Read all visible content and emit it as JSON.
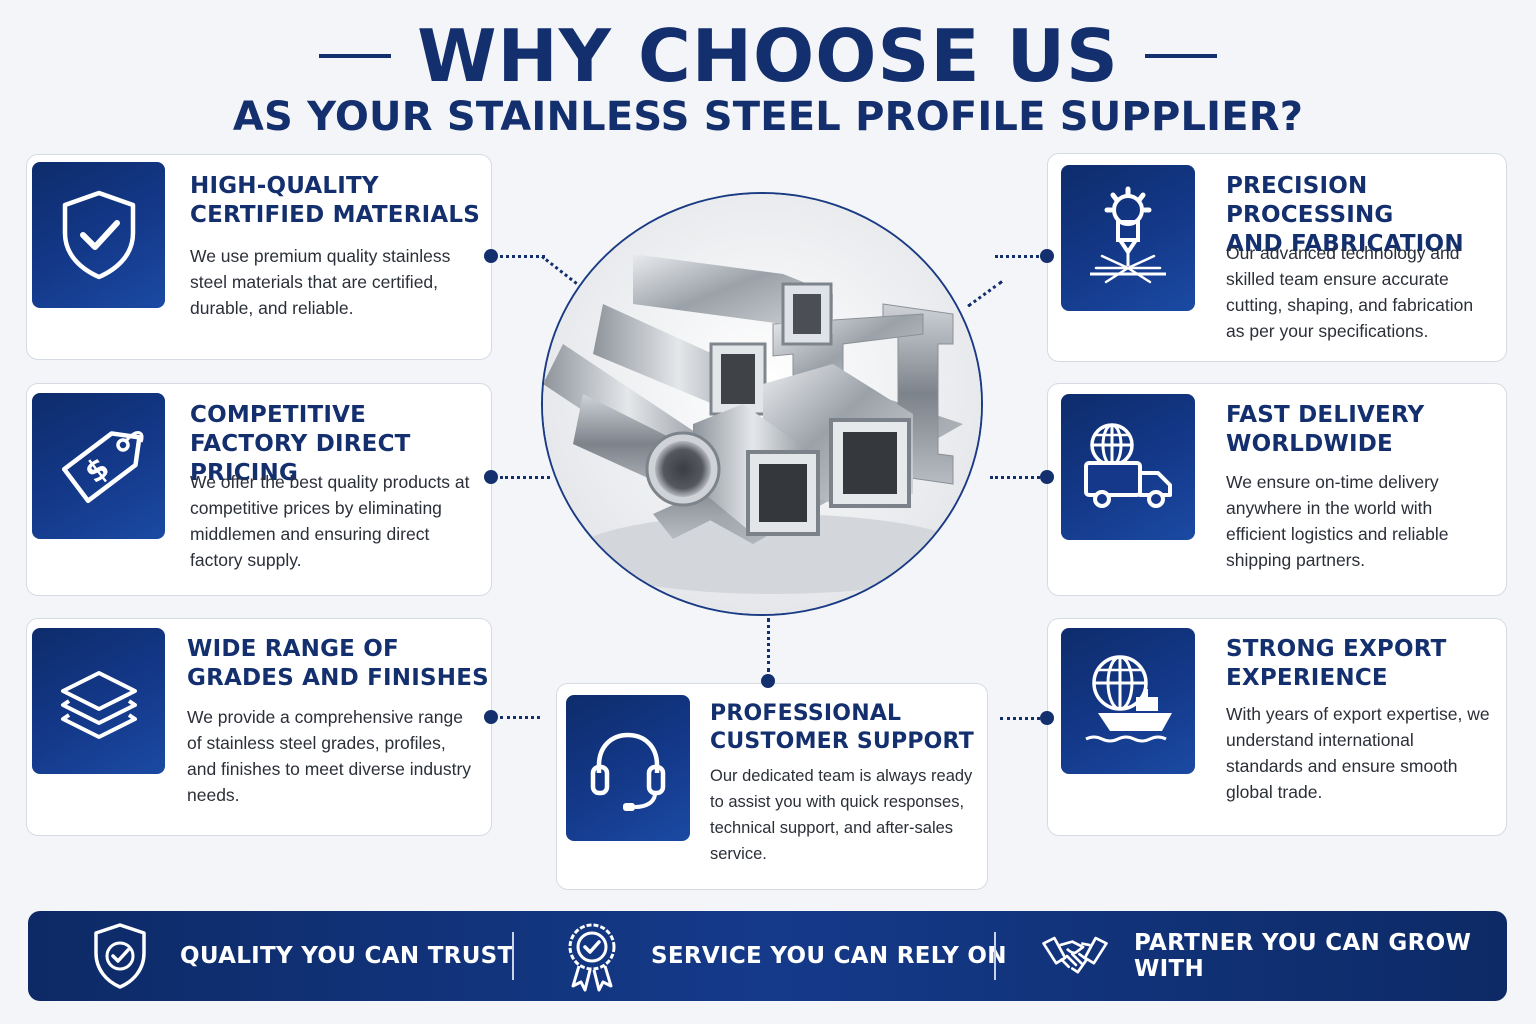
{
  "header": {
    "title": "WHY CHOOSE US",
    "subtitle": "AS YOUR STAINLESS STEEL PROFILE SUPPLIER?"
  },
  "features": {
    "quality": {
      "icon": "shield-check-icon",
      "title": "HIGH-QUALITY\nCERTIFIED MATERIALS",
      "text": "We use premium quality stainless steel materials that are certified, durable, and reliable."
    },
    "pricing": {
      "icon": "price-tag-dollar-icon",
      "title": "COMPETITIVE\nFACTORY DIRECT PRICING",
      "text": "We offer the best quality products at competitive prices by eliminating middlemen and ensuring direct factory supply."
    },
    "range": {
      "icon": "layers-icon",
      "title": "WIDE RANGE OF\nGRADES AND FINISHES",
      "text": "We provide a comprehensive range of stainless steel grades, profiles, and finishes to meet diverse industry needs."
    },
    "precision": {
      "icon": "laser-cutting-icon",
      "title": "PRECISION PROCESSING\nAND FABRICATION",
      "text": "Our advanced technology and skilled team ensure accurate cutting, shaping, and fabrication as per your specifications."
    },
    "delivery": {
      "icon": "globe-truck-icon",
      "title": "FAST DELIVERY\nWORLDWIDE",
      "text": "We ensure on-time delivery anywhere in the world with efficient logistics and reliable shipping partners."
    },
    "export": {
      "icon": "globe-ship-icon",
      "title": "STRONG EXPORT\nEXPERIENCE",
      "text": "With years of export expertise, we understand international standards and ensure smooth global trade."
    },
    "support": {
      "icon": "headset-icon",
      "title": "PROFESSIONAL\nCUSTOMER SUPPORT",
      "text": "Our dedicated team is always ready to assist you with quick responses, technical support, and after-sales service."
    }
  },
  "center_image": {
    "icon": "stainless-steel-profiles-image"
  },
  "footer": {
    "items": [
      {
        "icon": "shield-check-icon",
        "label": "QUALITY YOU CAN TRUST"
      },
      {
        "icon": "award-ribbon-icon",
        "label": "SERVICE YOU CAN RELY ON"
      },
      {
        "icon": "handshake-icon",
        "label": "PARTNER YOU CAN GROW WITH"
      }
    ]
  },
  "colors": {
    "brand_navy": "#142f6e",
    "background": "#f3f5f8",
    "card_border": "#d6dbe3"
  }
}
